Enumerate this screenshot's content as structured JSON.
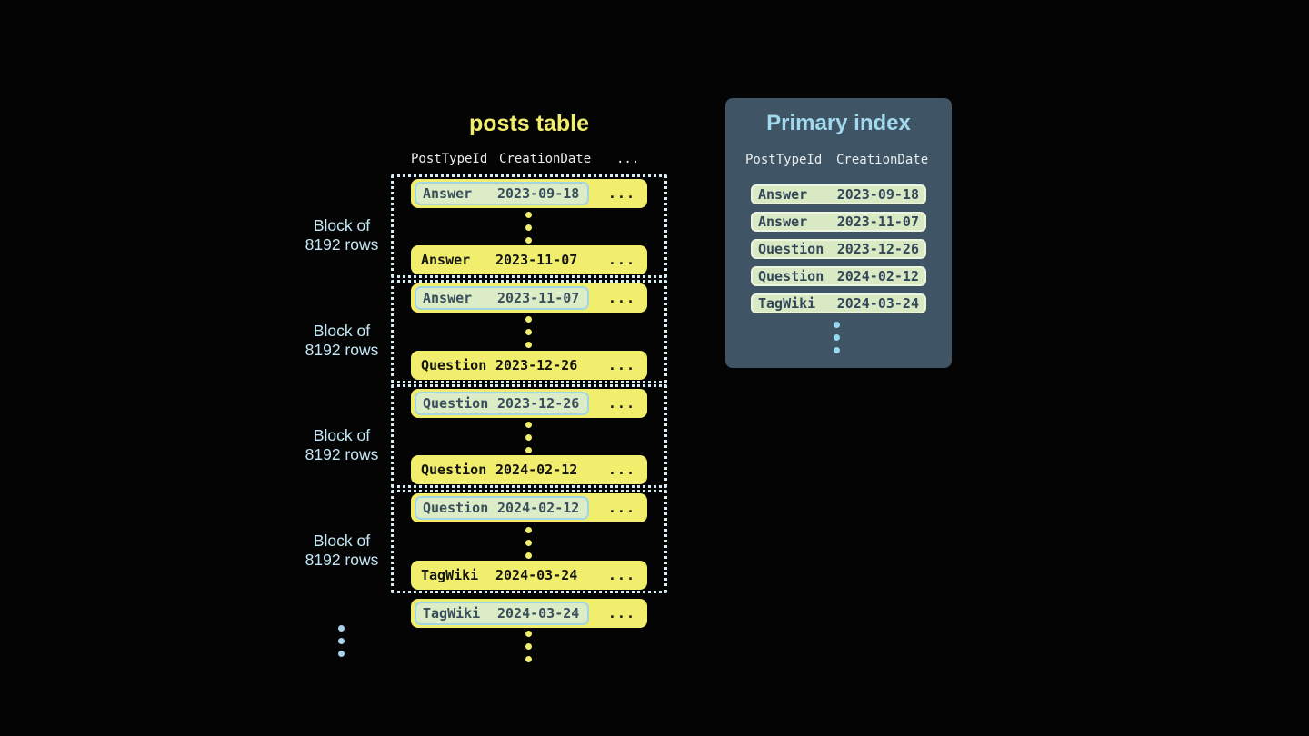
{
  "canvas": {
    "background": "#040405"
  },
  "posts_table": {
    "title": "posts table",
    "headers": {
      "col1": "PostTypeId",
      "col2": "CreationDate",
      "col3": "..."
    },
    "block_label": {
      "line1": "Block of",
      "line2": "8192 rows"
    },
    "row_ellipsis": "...",
    "blocks": [
      {
        "first": {
          "type": "Answer",
          "date": "2023-09-18"
        },
        "last": {
          "type": "Answer",
          "date": "2023-11-07"
        }
      },
      {
        "first": {
          "type": "Answer",
          "date": "2023-11-07"
        },
        "last": {
          "type": "Question",
          "date": "2023-12-26"
        }
      },
      {
        "first": {
          "type": "Question",
          "date": "2023-12-26"
        },
        "last": {
          "type": "Question",
          "date": "2024-02-12"
        }
      },
      {
        "first": {
          "type": "Question",
          "date": "2024-02-12"
        },
        "last": {
          "type": "TagWiki",
          "date": "2024-03-24"
        }
      }
    ],
    "overflow_row": {
      "type": "TagWiki",
      "date": "2024-03-24"
    }
  },
  "primary_index": {
    "title": "Primary index",
    "headers": {
      "col1": "PostTypeId",
      "col2": "CreationDate"
    },
    "rows": [
      {
        "type": "Answer",
        "date": "2023-09-18"
      },
      {
        "type": "Answer",
        "date": "2023-11-07"
      },
      {
        "type": "Question",
        "date": "2023-12-26"
      },
      {
        "type": "Question",
        "date": "2024-02-12"
      },
      {
        "type": "TagWiki",
        "date": "2024-03-24"
      }
    ]
  },
  "colors": {
    "row_yellow": "#f1ee6e",
    "highlight_green": "#dcecc6",
    "highlight_border_blue": "#a3d6e5",
    "panel_slate": "#3f5464",
    "accent_light_blue": "#a2d9ed",
    "index_row_green": "#d9e9c4",
    "dark_text": "#33475a"
  }
}
